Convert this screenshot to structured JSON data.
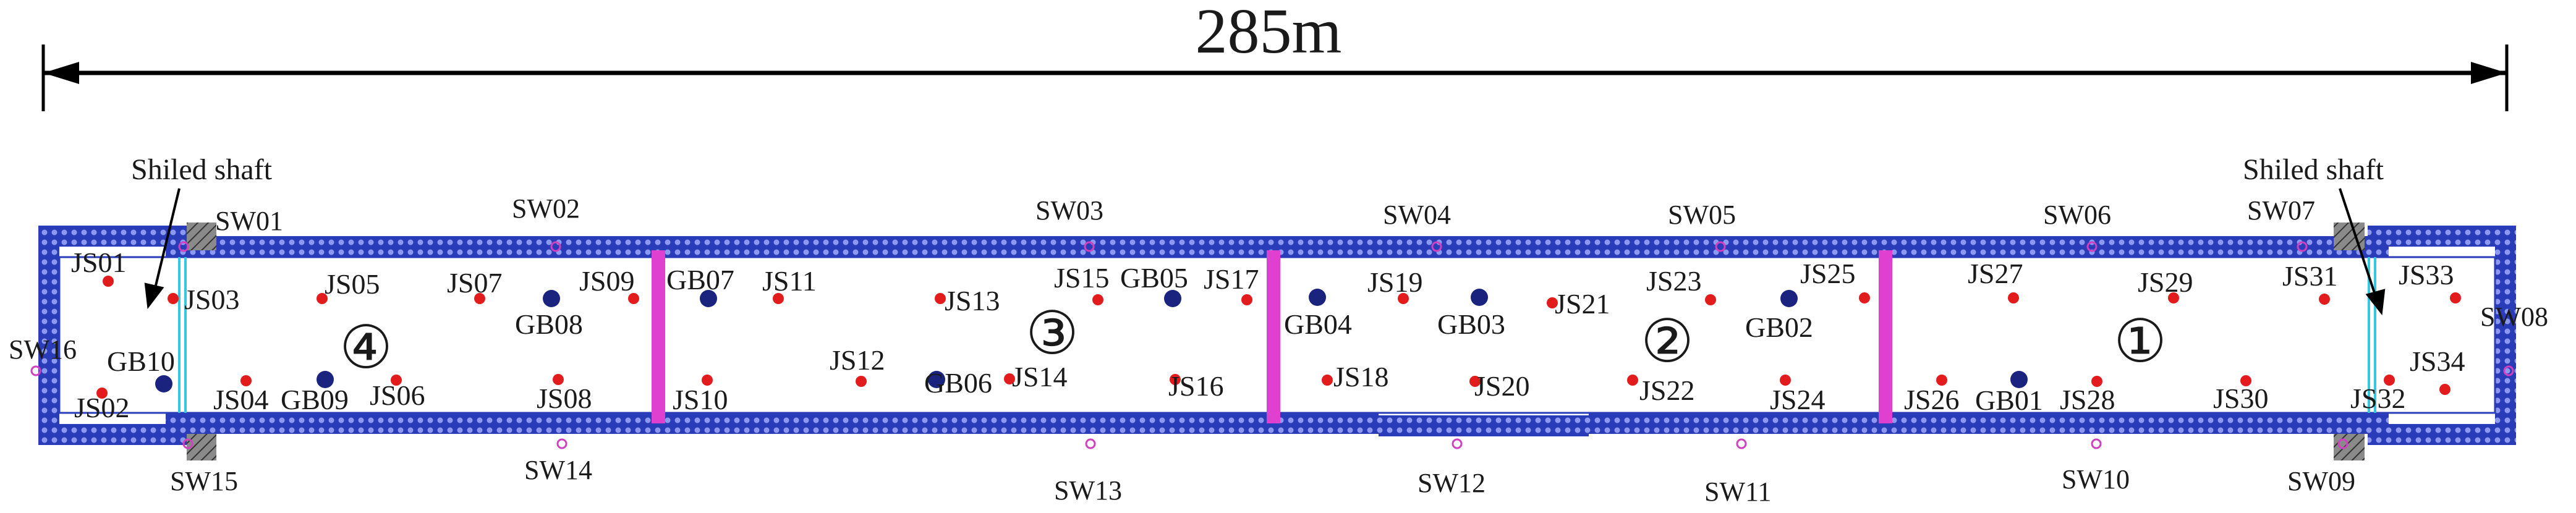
{
  "dimension": {
    "label": "285m"
  },
  "annotations": {
    "left_shaft": "Shiled shaft",
    "right_shaft": "Shiled shaft"
  },
  "zones": [
    "④",
    "③",
    "②",
    "①"
  ],
  "colors": {
    "wall": "#2b3cb8",
    "wall_dots": "#6f7fe8",
    "partition": "#e040d0",
    "js_point": "#e21c1c",
    "gb_point": "#1a237e",
    "sw_marker": "#d040c0",
    "shaft_line": "#35c8e0",
    "text": "#1a1a1a"
  },
  "wall_points": [
    "SW01",
    "SW02",
    "SW03",
    "SW04",
    "SW05",
    "SW06",
    "SW07",
    "SW08",
    "SW09",
    "SW10",
    "SW11",
    "SW12",
    "SW13",
    "SW14",
    "SW15",
    "SW16"
  ],
  "js_points": [
    "JS01",
    "JS02",
    "JS03",
    "JS04",
    "JS05",
    "JS06",
    "JS07",
    "JS08",
    "JS09",
    "JS10",
    "JS11",
    "JS12",
    "JS13",
    "JS14",
    "JS15",
    "JS16",
    "JS17",
    "JS18",
    "JS19",
    "JS20",
    "JS21",
    "JS22",
    "JS23",
    "JS24",
    "JS25",
    "JS26",
    "JS27",
    "JS28",
    "JS29",
    "JS30",
    "JS31",
    "JS32",
    "JS33",
    "JS34"
  ],
  "gb_points": [
    "GB01",
    "GB02",
    "GB03",
    "GB04",
    "GB05",
    "GB06",
    "GB07",
    "GB08",
    "GB09",
    "GB10"
  ]
}
